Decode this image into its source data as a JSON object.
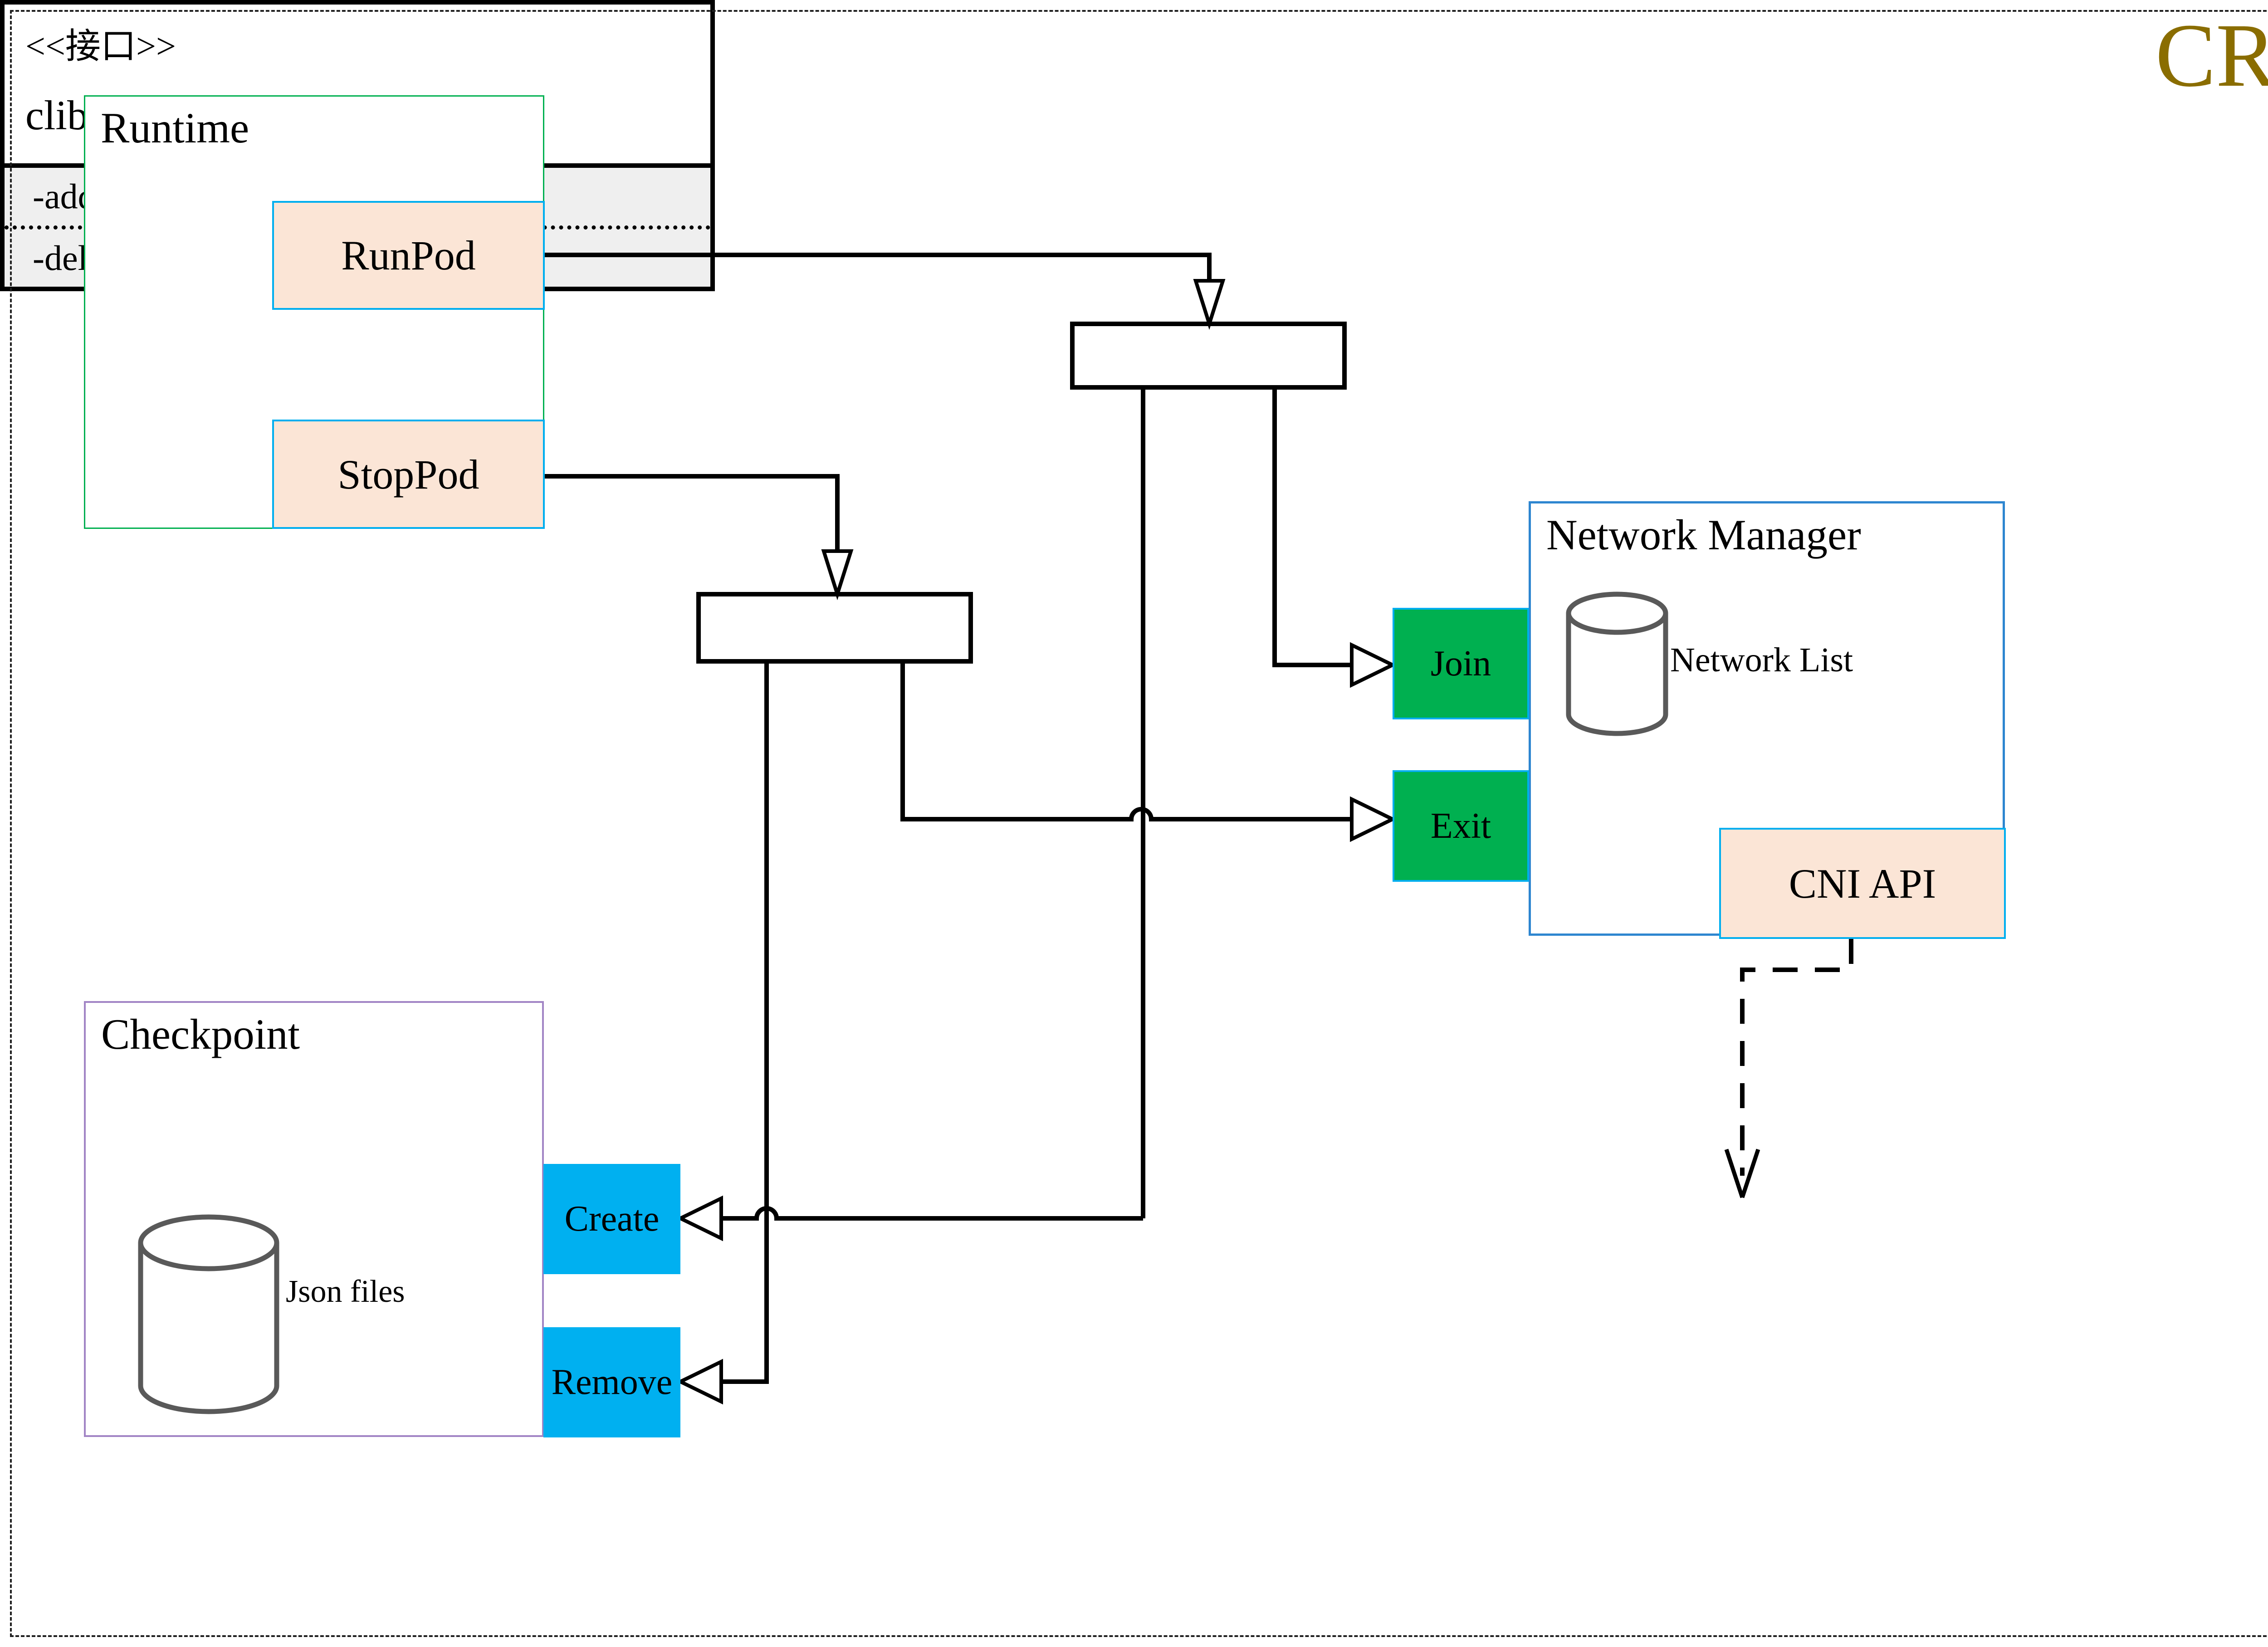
{
  "diagram_title": "CRI",
  "runtime": {
    "title": "Runtime",
    "run_button": "RunPod",
    "stop_button": "StopPod"
  },
  "checkpoint": {
    "title": "Checkpoint",
    "database_label": "Json files",
    "create_button": "Create",
    "remove_button": "Remove"
  },
  "network_manager": {
    "title": "Network Manager",
    "database_label": "Network List",
    "join_button": "Join",
    "exit_button": "Exit",
    "api_button": "CNI API"
  },
  "interface_class": {
    "stereotype": "<<接口>>",
    "name": "clibcni",
    "attributes": [
      "-add_network_list",
      "-del_network_list"
    ]
  },
  "colors": {
    "accent_gold": "#8A6D00",
    "green": "#00B050",
    "blue": "#00B0F0",
    "peach": "#FBE5D6",
    "cyan_border": "#00AEEF",
    "runtime_border": "#00B050",
    "checkpoint_border": "#A285C5",
    "manager_border": "#2E86D0",
    "cylinder_stroke": "#595959",
    "line_color": "#000000"
  }
}
